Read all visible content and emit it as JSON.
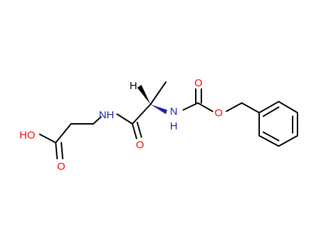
{
  "molecule": {
    "atom_labels": {
      "ho": "HO",
      "o_acid": "O",
      "nh_amide": "NH",
      "o_amide": "O",
      "h_stereo": "H",
      "nh_carbamate": "N",
      "nh_carbamate_h": "H",
      "o_carbonyl": "O",
      "o_ester": "O"
    }
  },
  "colors": {
    "carbon": "#000000",
    "oxygen": "#ff0000",
    "nitrogen": "#1f1fa8",
    "background": "#ffffff"
  }
}
